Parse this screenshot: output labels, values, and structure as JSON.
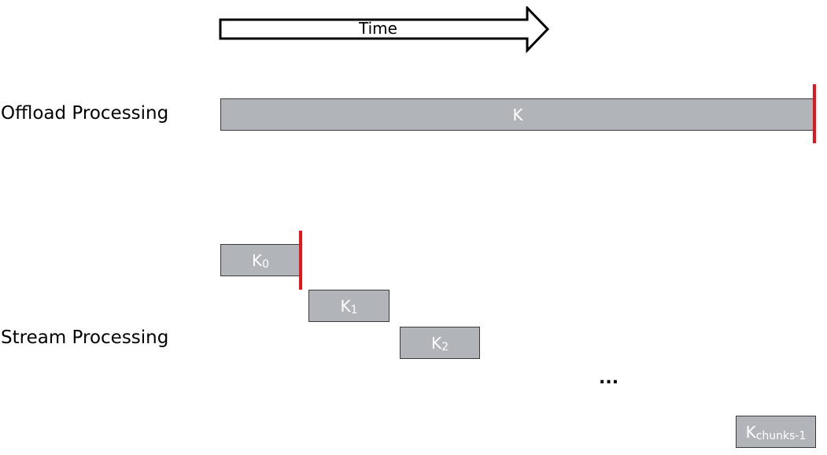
{
  "time_axis": {
    "label": "Time"
  },
  "offload": {
    "label": "Offload Processing",
    "kernel": {
      "base": "K",
      "sub": ""
    }
  },
  "stream": {
    "label": "Stream Processing",
    "kernels": [
      {
        "base": "K",
        "sub": "0"
      },
      {
        "base": "K",
        "sub": "1"
      },
      {
        "base": "K",
        "sub": "2"
      },
      {
        "base": "K",
        "sub": "chunks-1"
      }
    ],
    "ellipsis": "..."
  },
  "colors": {
    "kernel_fill": "#b1b5b9",
    "kernel_border": "#3a3a3a",
    "kernel_text": "#ffffff",
    "sync_marker": "#e8141b"
  }
}
